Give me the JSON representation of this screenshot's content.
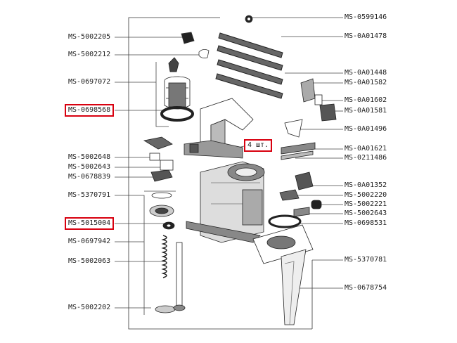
{
  "left_labels": [
    {
      "id": "ms-5002205",
      "text": "MS-5002205",
      "highlight": false
    },
    {
      "id": "ms-5002212",
      "text": "MS-5002212",
      "highlight": false
    },
    {
      "id": "ms-0697072",
      "text": "MS-0697072",
      "highlight": false
    },
    {
      "id": "ms-0698568",
      "text": "MS-0698568",
      "highlight": true
    },
    {
      "id": "ms-5002648",
      "text": "MS-5002648",
      "highlight": false
    },
    {
      "id": "ms-5002643",
      "text": "MS-5002643",
      "highlight": false
    },
    {
      "id": "ms-0678839",
      "text": "MS-0678839",
      "highlight": false
    },
    {
      "id": "ms-5370791",
      "text": "MS-5370791",
      "highlight": false
    },
    {
      "id": "ms-5015004",
      "text": "MS-5015004",
      "highlight": true
    },
    {
      "id": "ms-0697942",
      "text": "MS-0697942",
      "highlight": false
    },
    {
      "id": "ms-5002063",
      "text": "MS-5002063",
      "highlight": false
    },
    {
      "id": "ms-5002202",
      "text": "MS-5002202",
      "highlight": false
    }
  ],
  "right_labels": [
    {
      "id": "ms-0599146",
      "text": "MS-0599146"
    },
    {
      "id": "ms-0a01478",
      "text": "MS-0A01478"
    },
    {
      "id": "ms-0a01448",
      "text": "MS-0A01448"
    },
    {
      "id": "ms-0a01582",
      "text": "MS-0A01582"
    },
    {
      "id": "ms-0a01602",
      "text": "MS-0A01602"
    },
    {
      "id": "ms-0a01581",
      "text": "MS-0A01581"
    },
    {
      "id": "ms-0a01496",
      "text": "MS-0A01496"
    },
    {
      "id": "ms-0a01621",
      "text": "MS-0A01621"
    },
    {
      "id": "ms-0211486",
      "text": "MS-0211486"
    },
    {
      "id": "ms-0a01352",
      "text": "MS-0A01352"
    },
    {
      "id": "ms-5002220",
      "text": "MS-5002220"
    },
    {
      "id": "ms-5002221",
      "text": "MS-5002221"
    },
    {
      "id": "ms-5002643-r",
      "text": "MS-5002643"
    },
    {
      "id": "ms-0698531",
      "text": "MS-0698531"
    },
    {
      "id": "ms-5370781",
      "text": "MS-5370781"
    },
    {
      "id": "ms-0678754",
      "text": "MS-0678754"
    }
  ],
  "callout": {
    "text": "4 шт."
  },
  "colors": {
    "highlight": "#d8000f",
    "line": "#333333"
  }
}
